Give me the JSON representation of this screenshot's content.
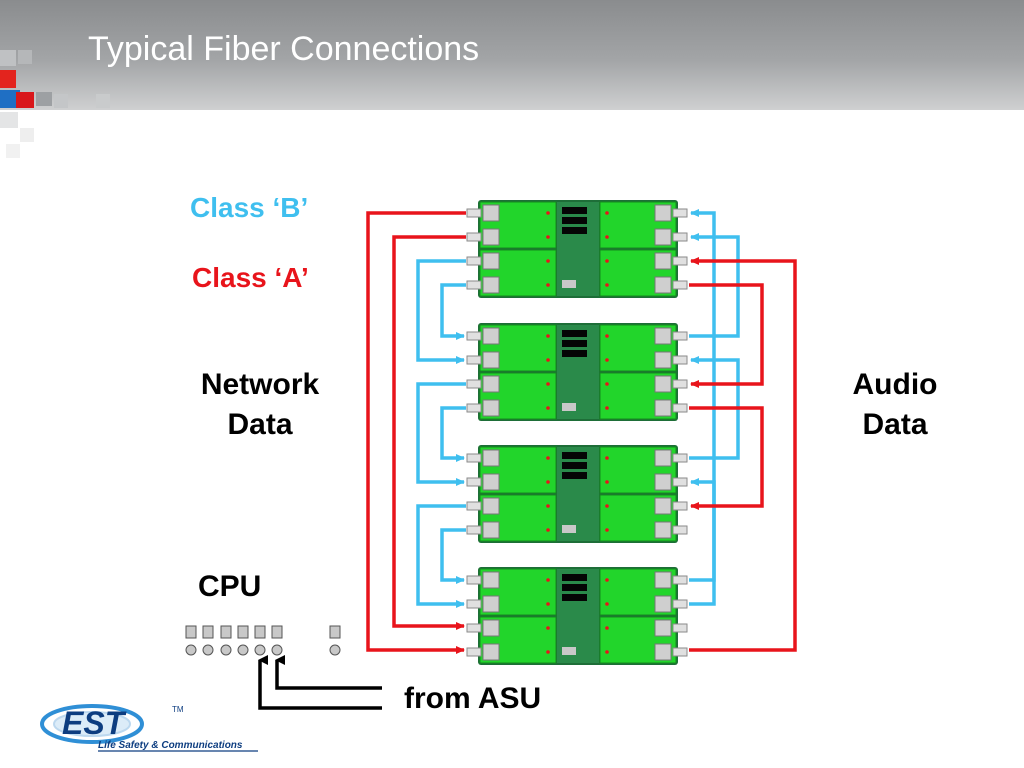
{
  "slide": {
    "title": "Typical Fiber Connections"
  },
  "labels": {
    "class_b": "Class ‘B’",
    "class_a": "Class ‘A’",
    "network_line1": "Network",
    "network_line2": "Data",
    "audio_line1": "Audio",
    "audio_line2": "Data",
    "cpu": "CPU",
    "from_asu": "from ASU"
  },
  "logo": {
    "name": "EST",
    "trademark": "TM",
    "tagline": "Life Safety & Communications"
  },
  "colors": {
    "class_b": "#3fbfef",
    "class_a": "#e8141b",
    "module_green": "#22d52b",
    "module_dark": "#2a8a4a",
    "asu_wire": "#000000"
  },
  "diagram": {
    "module_count": 4,
    "cpu_connector_count": 7
  }
}
